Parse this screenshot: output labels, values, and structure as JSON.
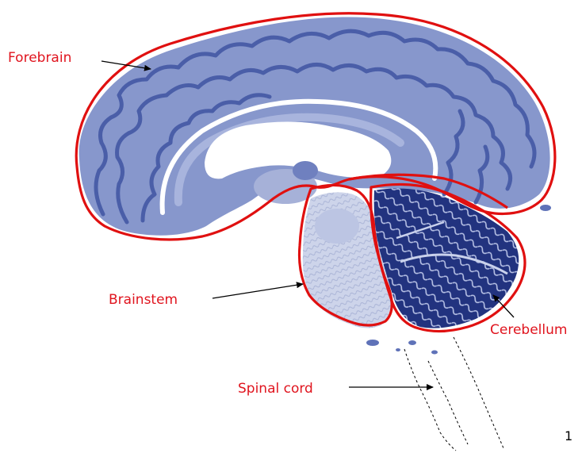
{
  "labels": {
    "forebrain": "Forebrain",
    "brainstem": "Brainstem",
    "cerebellum": "Cerebellum",
    "spinal_cord": "Spinal cord"
  },
  "slide_number": "1",
  "colors": {
    "label_text": "#e0141e",
    "outline": "#e01010",
    "tissue_light": "#8c9dd0",
    "tissue_dark": "#4d62ad",
    "cerebellum_dark": "#1e2f78",
    "brainstem": "#c9d1e8",
    "arrow": "#000000"
  }
}
